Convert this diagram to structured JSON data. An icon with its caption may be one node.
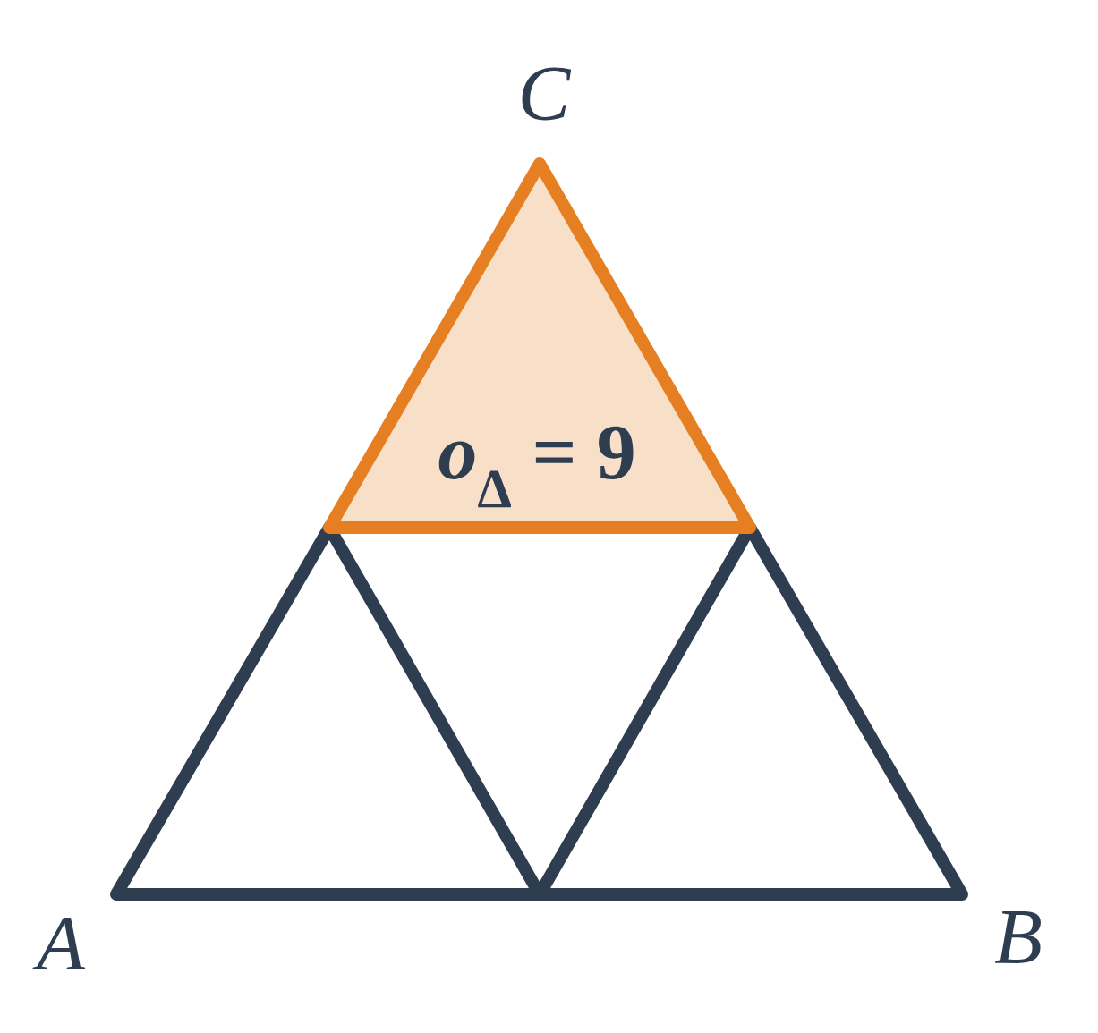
{
  "diagram": {
    "labels": [
      "C",
      "*o*$_{Δ}$ = 9",
      "A",
      "B"
    ]
  }
}
